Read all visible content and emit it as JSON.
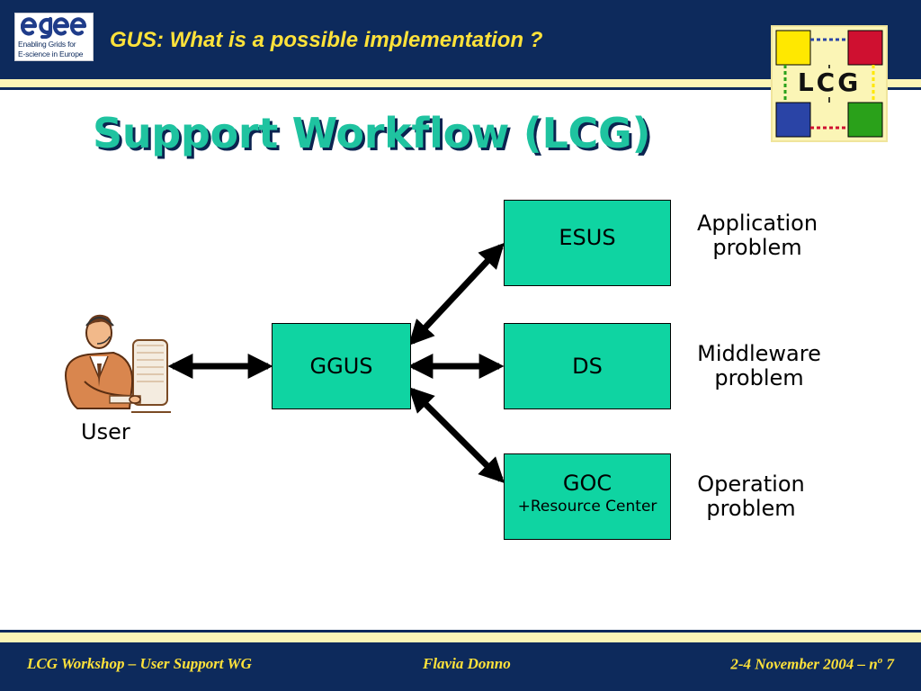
{
  "header": {
    "title": "GUS: What is a possible implementation ?",
    "egee_logo": {
      "word": "egee",
      "line1": "Enabling Grids for",
      "line2": "E-science in Europe"
    },
    "lcg_logo": {
      "text": "LCG"
    }
  },
  "slide": {
    "title": "Support Workflow (LCG)"
  },
  "diagram": {
    "user_label": "User",
    "nodes": {
      "ggus": {
        "label": "GGUS"
      },
      "esus": {
        "label": "ESUS"
      },
      "ds": {
        "label": "DS"
      },
      "goc": {
        "label": "GOC",
        "sub": "+Resource Center"
      }
    },
    "problems": {
      "application": [
        "Application",
        "problem"
      ],
      "middleware": [
        "Middleware",
        "problem"
      ],
      "operation": [
        "Operation",
        "problem"
      ]
    }
  },
  "footer": {
    "left": "LCG Workshop – User Support WG",
    "center": "Flavia Donno",
    "right": "2-4 November 2004  – n",
    "right_sup": "o",
    "right_num": " 7"
  },
  "colors": {
    "navy": "#0d2a5c",
    "accent_yellow": "#ffe23a",
    "stripe": "#fbf5b6",
    "box_fill": "#0fd4a2",
    "title_teal": "#1fc3a0"
  }
}
